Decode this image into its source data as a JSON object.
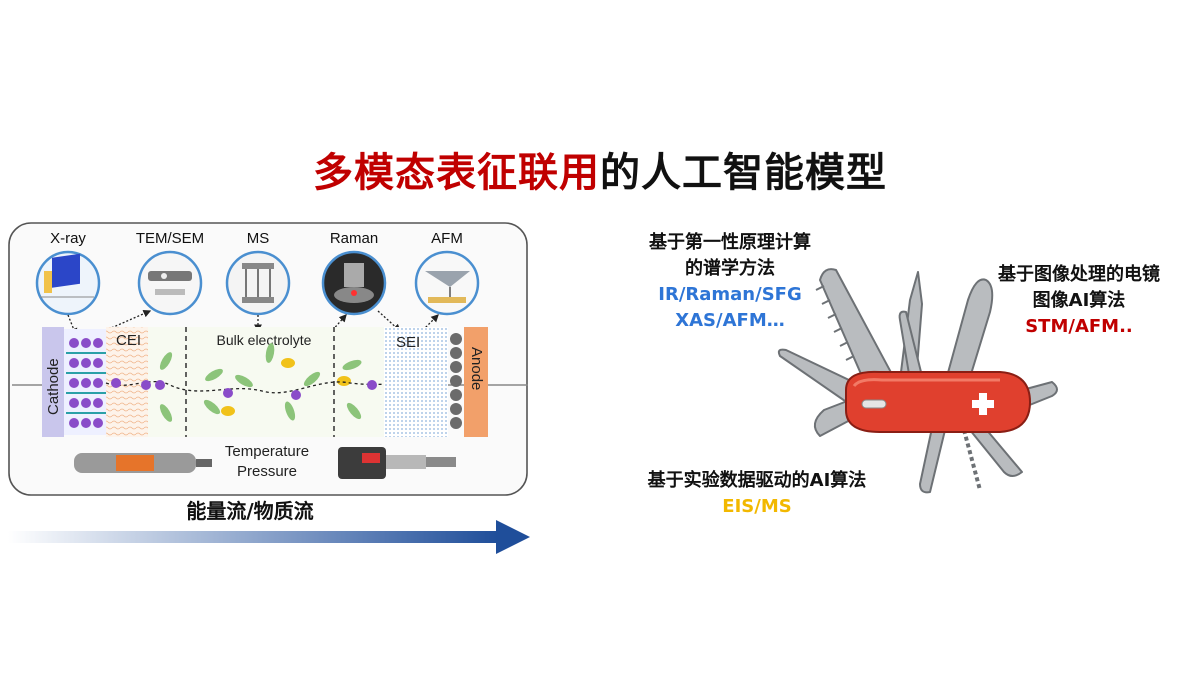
{
  "title": {
    "part1": "多模态表征联用",
    "part2": "的人工智能模型"
  },
  "diagram": {
    "techniques": [
      "X-ray",
      "TEM/SEM",
      "MS",
      "Raman",
      "AFM"
    ],
    "cathode": "Cathode",
    "anode": "Anode",
    "cei": "CEI",
    "sei": "SEI",
    "bulk": "Bulk electrolyte",
    "temperature": "Temperature",
    "pressure": "Pressure"
  },
  "flow_label": "能量流/物质流",
  "knife": {
    "left": {
      "line1": "基于第一性原理计算",
      "line2": "的谱学方法",
      "methods1": "IR/Raman/SFG",
      "methods2": "XAS/AFM…"
    },
    "right": {
      "line1": "基于图像处理的电镜",
      "line2": "图像AI算法",
      "methods": "STM/AFM.."
    },
    "bottom": {
      "line1": "基于实验数据驱动的AI算法",
      "methods": "EIS/MS"
    }
  },
  "colors": {
    "title_accent": "#c00000",
    "blue": "#2e75d6",
    "yellow": "#f2b800",
    "arrow": "#1f4e9a",
    "knife_red": "#e0402e"
  }
}
